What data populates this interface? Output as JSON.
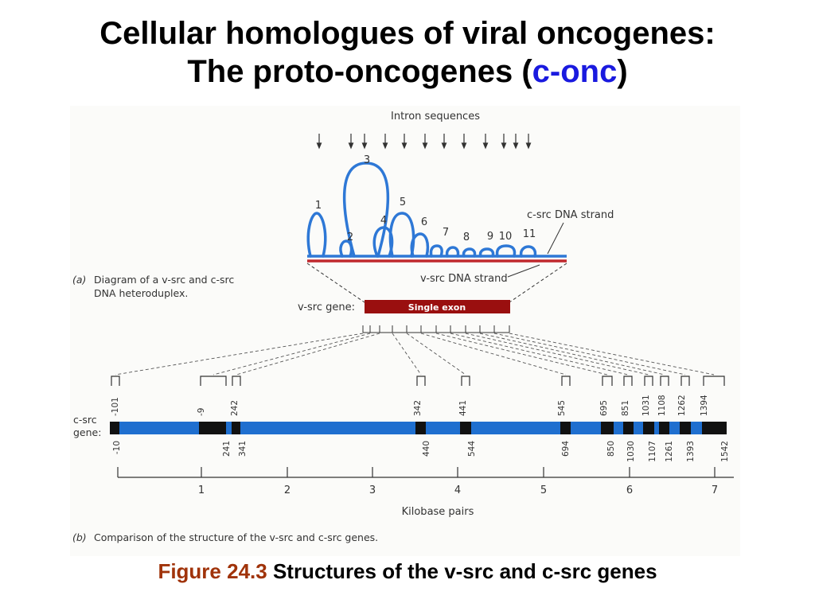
{
  "title": {
    "line1": "Cellular homologues of viral oncogenes:",
    "line2_prefix": "The proto-oncogenes (",
    "line2_highlight": "c-onc",
    "line2_suffix": ")"
  },
  "figure": {
    "intron_sequences_label": "Intron sequences",
    "loop_numbers": [
      "1",
      "2",
      "3",
      "4",
      "5",
      "6",
      "7",
      "8",
      "9",
      "10",
      "11"
    ],
    "c_src_strand_label": "c-src DNA strand",
    "v_src_strand_label": "v-src DNA strand",
    "part_a_marker": "(a)",
    "part_a_caption_line1": "Diagram of a v-src and c-src",
    "part_a_caption_line2": "DNA heteroduplex.",
    "v_src_gene_label": "v-src gene:",
    "single_exon_label": "Single exon",
    "c_src_gene_label_line1": "c-src",
    "c_src_gene_label_line2": "gene:",
    "top_positions": [
      "-101",
      "-9",
      "242",
      "342",
      "441",
      "545",
      "695",
      "851",
      "1031",
      "1108",
      "1262",
      "1394"
    ],
    "bottom_positions": [
      "-10",
      "241",
      "341",
      "440",
      "544",
      "694",
      "850",
      "1030",
      "1107",
      "1261",
      "1393",
      "1542"
    ],
    "kilobase_ticks": [
      "1",
      "2",
      "3",
      "4",
      "5",
      "6",
      "7"
    ],
    "axis_label": "Kilobase pairs",
    "part_b_marker": "(b)",
    "part_b_caption": "Comparison of the structure of the v-src and c-src genes."
  },
  "caption": {
    "figure_number": "Figure 24.3",
    "text": " Structures of the v-src and c-src genes"
  },
  "colors": {
    "title_highlight": "#1a1adf",
    "figure_number": "#a0330a",
    "loop_blue": "#2e78d6",
    "v_src_red": "#c0282d",
    "exon_box": "#9a0f0f",
    "c_src_gene_blue": "#1f6fcf"
  }
}
